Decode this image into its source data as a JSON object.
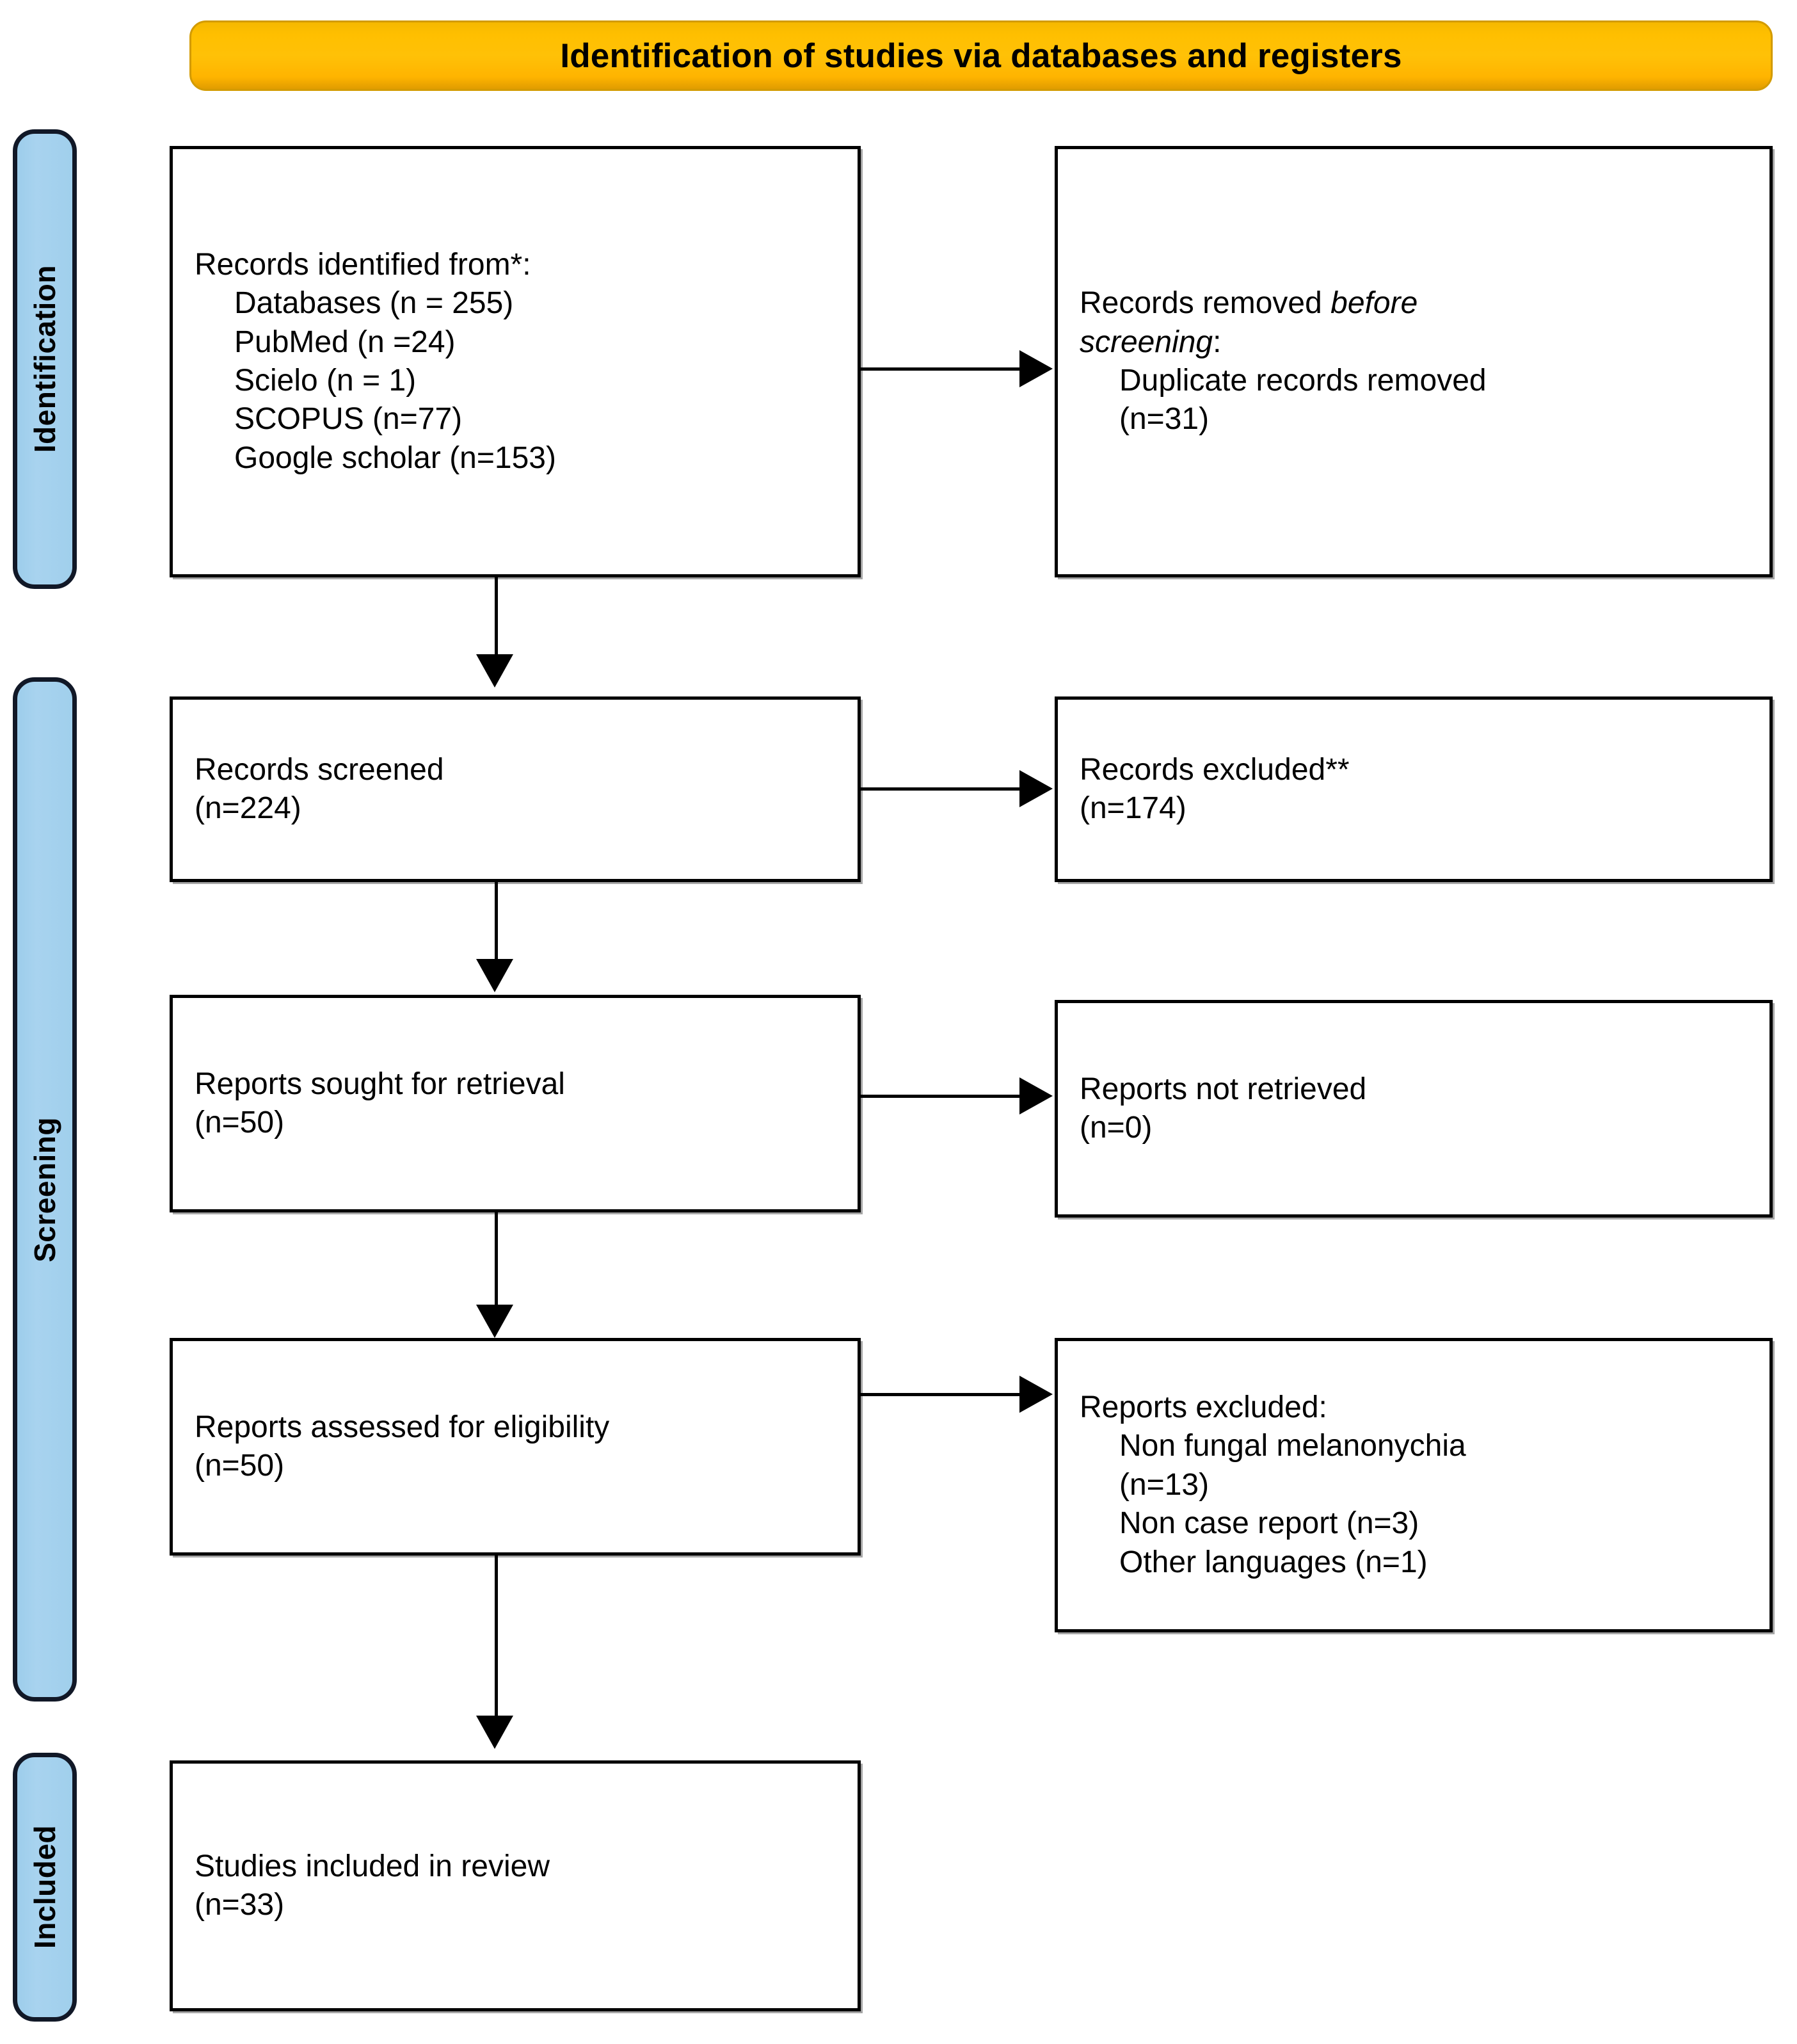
{
  "diagram": {
    "type": "PRISMA flow diagram",
    "header": {
      "title": "Identification of studies via databases and registers",
      "color": "#ffc107"
    },
    "stage_tabs": [
      {
        "label": "Identification",
        "color": "#a0cfec"
      },
      {
        "label": "Screening",
        "color": "#a0cfec"
      },
      {
        "label": "Included",
        "color": "#a0cfec"
      }
    ],
    "boxes": {
      "records_identified": {
        "lines": [
          {
            "text": "Records identified from*:",
            "indent": false
          },
          {
            "text": "Databases (n = 255)",
            "indent": true
          },
          {
            "text": "PubMed (n =24)",
            "indent": true
          },
          {
            "text": "Scielo (n = 1)",
            "indent": true
          },
          {
            "text": "SCOPUS (n=77)",
            "indent": true
          },
          {
            "text": "Google scholar (n=153)",
            "indent": true
          }
        ]
      },
      "records_removed": {
        "lines": [
          {
            "text": "Records removed before",
            "indent": false,
            "italic_from": "before"
          },
          {
            "text": "screening:",
            "indent": false,
            "italic": true
          },
          {
            "text": "Duplicate records removed",
            "indent": true
          },
          {
            "text": "(n=31)",
            "indent": true
          }
        ]
      },
      "records_screened": {
        "lines": [
          {
            "text": "Records screened",
            "indent": false
          },
          {
            "text": "(n=224)",
            "indent": false
          }
        ]
      },
      "records_excluded": {
        "lines": [
          {
            "text": "Records excluded**",
            "indent": false
          },
          {
            "text": "(n=174)",
            "indent": false
          }
        ]
      },
      "reports_sought": {
        "lines": [
          {
            "text": "Reports sought for retrieval",
            "indent": false
          },
          {
            "text": "(n=50)",
            "indent": false
          }
        ]
      },
      "reports_not_retrieved": {
        "lines": [
          {
            "text": "Reports not retrieved",
            "indent": false
          },
          {
            "text": "(n=0)",
            "indent": false
          }
        ]
      },
      "reports_assessed": {
        "lines": [
          {
            "text": "Reports assessed for eligibility",
            "indent": false
          },
          {
            "text": "(n=50)",
            "indent": false
          }
        ]
      },
      "reports_excluded": {
        "lines": [
          {
            "text": "Reports excluded:",
            "indent": false
          },
          {
            "text": "Non fungal melanonychia",
            "indent": true
          },
          {
            "text": "(n=13)",
            "indent": true
          },
          {
            "text": "Non case report (n=3)",
            "indent": true
          },
          {
            "text": "Other languages (n=1)",
            "indent": true
          }
        ]
      },
      "studies_included": {
        "lines": [
          {
            "text": "Studies included in review",
            "indent": false
          },
          {
            "text": "(n=33)",
            "indent": false
          }
        ]
      }
    }
  }
}
